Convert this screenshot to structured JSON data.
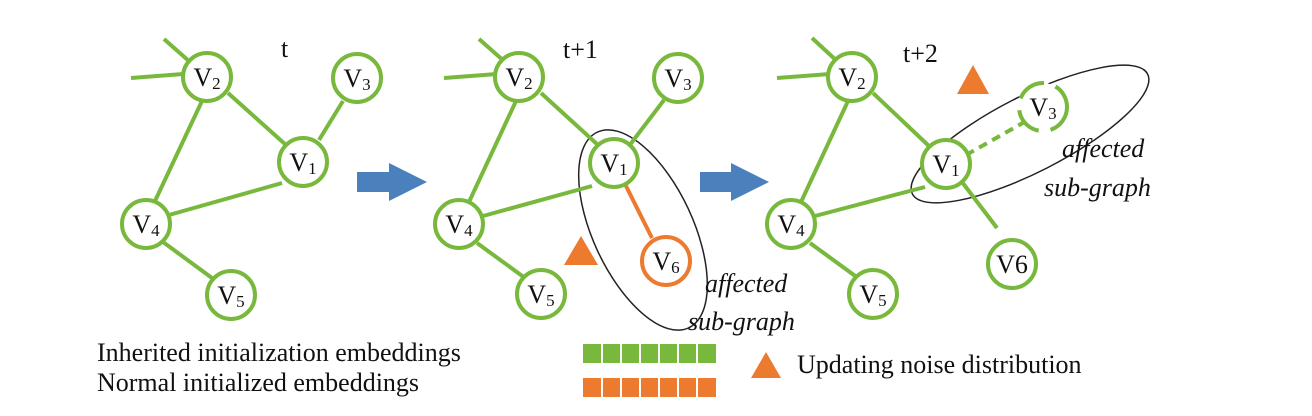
{
  "panels": [
    {
      "time_label": "t",
      "nodes": [
        {
          "id": "V2",
          "letter": "V",
          "sub": "2"
        },
        {
          "id": "V3",
          "letter": "V",
          "sub": "3"
        },
        {
          "id": "V1",
          "letter": "V",
          "sub": "1"
        },
        {
          "id": "V4",
          "letter": "V",
          "sub": "4"
        },
        {
          "id": "V5",
          "letter": "V",
          "sub": "5"
        }
      ]
    },
    {
      "time_label": "t+1",
      "nodes": [
        {
          "id": "V2",
          "letter": "V",
          "sub": "2"
        },
        {
          "id": "V3",
          "letter": "V",
          "sub": "3"
        },
        {
          "id": "V1",
          "letter": "V",
          "sub": "1"
        },
        {
          "id": "V4",
          "letter": "V",
          "sub": "4"
        },
        {
          "id": "V5",
          "letter": "V",
          "sub": "5"
        },
        {
          "id": "V6",
          "letter": "V",
          "sub": "6"
        }
      ],
      "annotation": [
        "affected",
        "sub-graph"
      ]
    },
    {
      "time_label": "t+2",
      "nodes": [
        {
          "id": "V2",
          "letter": "V",
          "sub": "2"
        },
        {
          "id": "V1",
          "letter": "V",
          "sub": "1"
        },
        {
          "id": "V3",
          "letter": "V",
          "sub": "3"
        },
        {
          "id": "V4",
          "letter": "V",
          "sub": "4"
        },
        {
          "id": "V5",
          "letter": "V",
          "sub": "5"
        },
        {
          "id": "V6",
          "letter": "V",
          "sub": "6"
        }
      ],
      "annotation": [
        "affected",
        "sub-graph"
      ]
    }
  ],
  "legend": {
    "inherited": "Inherited initialization embeddings",
    "normal": "Normal initialized embeddings",
    "noise": "Updating noise distribution"
  },
  "colors": {
    "green": "#78b83c",
    "orange": "#ec7a2f",
    "blue_arrow": "#4a81bd",
    "ellipse": "#222222"
  }
}
